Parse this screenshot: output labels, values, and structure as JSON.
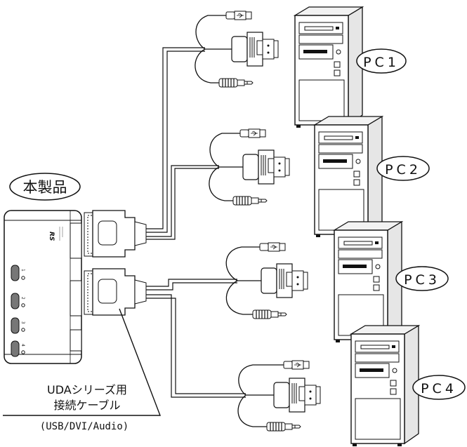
{
  "device_label": "本製品",
  "pc_labels": [
    "PC1",
    "PC2",
    "PC3",
    "PC4"
  ],
  "cable_name_line1": "UDAシリーズ用",
  "cable_name_line2": "接続ケーブル",
  "cable_spec": "(USB/DVI/Audio)",
  "port_numbers": [
    "1",
    "2",
    "3",
    "4"
  ],
  "colors": {
    "line": "#111111",
    "fill": "#ffffff",
    "shade": "#cfcfcf"
  }
}
